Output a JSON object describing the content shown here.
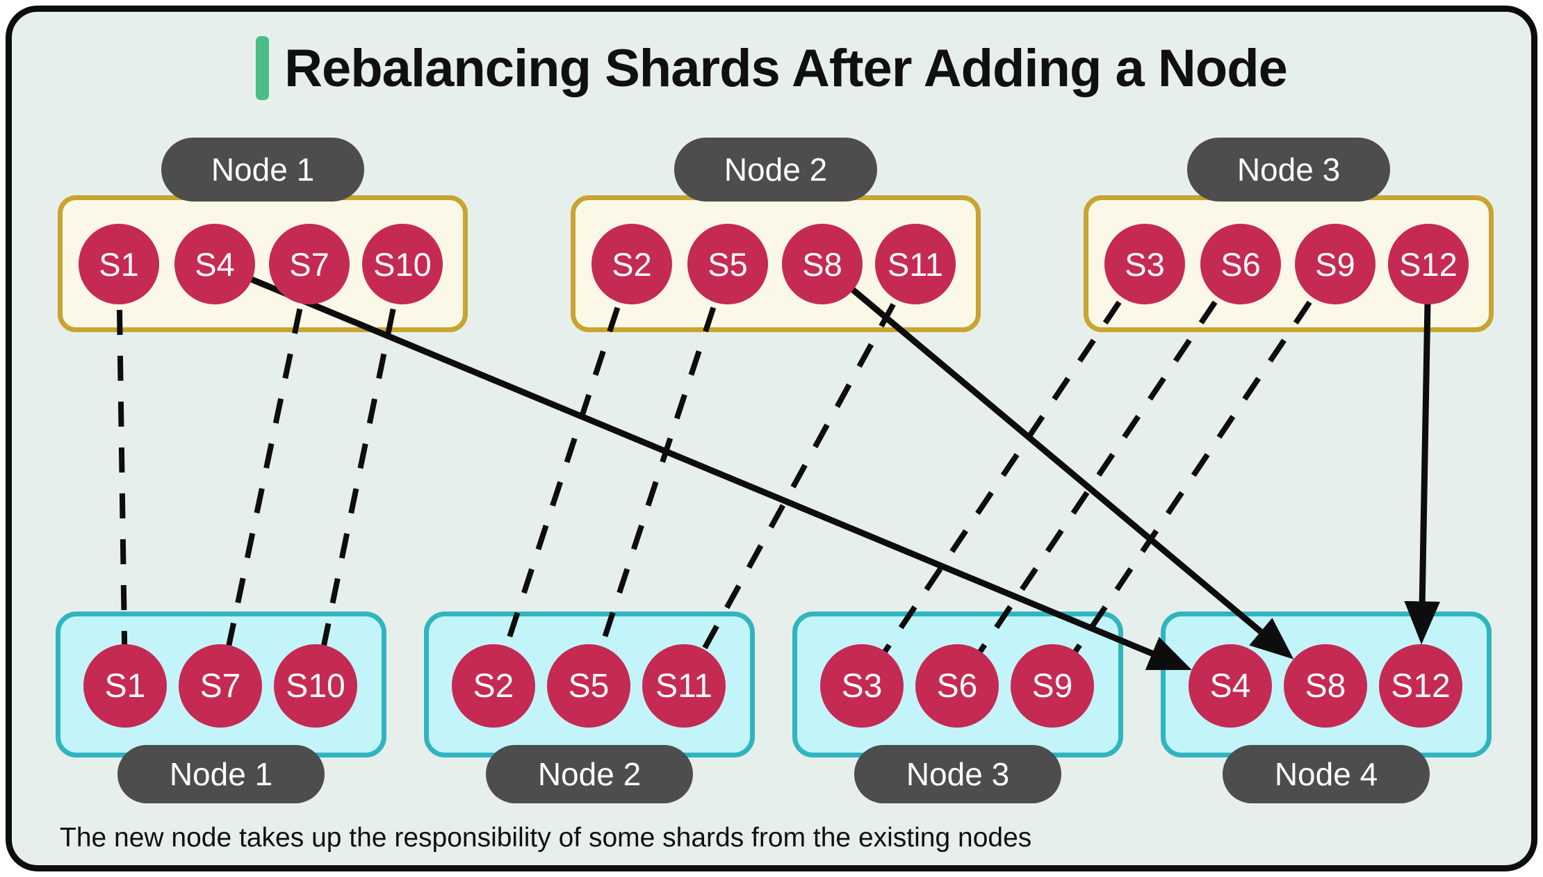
{
  "title": {
    "text": "Rebalancing Shards After Adding a Node"
  },
  "caption": "The new node takes up the responsibility of some shards from the existing nodes",
  "colors": {
    "background": "#e6efeb",
    "frame_border": "#0d0d0d",
    "accent_green": "#4abc85",
    "top_box_fill": "#fbf8e8",
    "top_box_border": "#c8a431",
    "bottom_box_fill": "#c3f4f9",
    "bottom_box_border": "#2fb5c0",
    "shard_fill": "#c52a52",
    "shard_text": "#ffffff",
    "pill_fill": "#4d4d4d",
    "pill_text": "#ffffff",
    "line_color": "#0d0d0d"
  },
  "top_row": [
    {
      "label": "Node 1",
      "shards": [
        "S1",
        "S4",
        "S7",
        "S10"
      ]
    },
    {
      "label": "Node 2",
      "shards": [
        "S2",
        "S5",
        "S8",
        "S11"
      ]
    },
    {
      "label": "Node 3",
      "shards": [
        "S3",
        "S6",
        "S9",
        "S12"
      ]
    }
  ],
  "bottom_row": [
    {
      "label": "Node 1",
      "shards": [
        "S1",
        "S7",
        "S10"
      ]
    },
    {
      "label": "Node 2",
      "shards": [
        "S2",
        "S5",
        "S11"
      ]
    },
    {
      "label": "Node 3",
      "shards": [
        "S3",
        "S6",
        "S9"
      ]
    },
    {
      "label": "Node 4",
      "shards": [
        "S4",
        "S8",
        "S12"
      ]
    }
  ],
  "connections": {
    "retained": [
      {
        "shard": "S1",
        "from": "Node 1",
        "to": "Node 1",
        "style": "dashed"
      },
      {
        "shard": "S7",
        "from": "Node 1",
        "to": "Node 1",
        "style": "dashed"
      },
      {
        "shard": "S10",
        "from": "Node 1",
        "to": "Node 1",
        "style": "dashed"
      },
      {
        "shard": "S2",
        "from": "Node 2",
        "to": "Node 2",
        "style": "dashed"
      },
      {
        "shard": "S5",
        "from": "Node 2",
        "to": "Node 2",
        "style": "dashed"
      },
      {
        "shard": "S11",
        "from": "Node 2",
        "to": "Node 2",
        "style": "dashed"
      },
      {
        "shard": "S3",
        "from": "Node 3",
        "to": "Node 3",
        "style": "dashed"
      },
      {
        "shard": "S6",
        "from": "Node 3",
        "to": "Node 3",
        "style": "dashed"
      },
      {
        "shard": "S9",
        "from": "Node 3",
        "to": "Node 3",
        "style": "dashed"
      }
    ],
    "moved": [
      {
        "shard": "S4",
        "from": "Node 1",
        "to": "Node 4",
        "style": "solid-arrow"
      },
      {
        "shard": "S8",
        "from": "Node 2",
        "to": "Node 4",
        "style": "solid-arrow"
      },
      {
        "shard": "S12",
        "from": "Node 3",
        "to": "Node 4",
        "style": "solid-arrow"
      }
    ]
  }
}
